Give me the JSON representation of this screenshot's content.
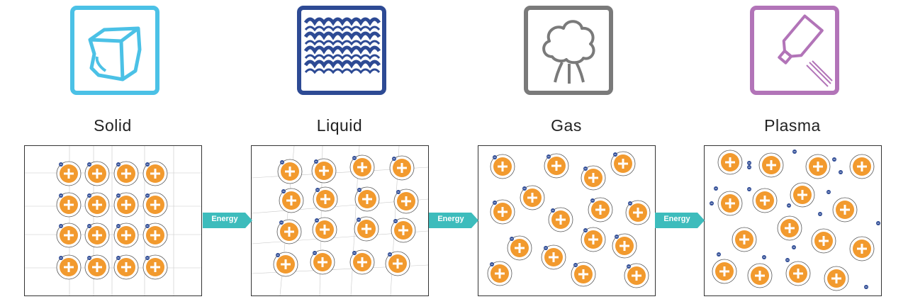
{
  "states": [
    {
      "label": "Solid",
      "icon": "ice-cube-icon",
      "color": "#4bc1e6"
    },
    {
      "label": "Liquid",
      "icon": "waves-icon",
      "color": "#2d4a94"
    },
    {
      "label": "Gas",
      "icon": "steam-cloud-icon",
      "color": "#7a7a7a"
    },
    {
      "label": "Plasma",
      "icon": "plasma-lamp-icon",
      "color": "#b274b8"
    }
  ],
  "arrows": [
    {
      "label": "Energy",
      "color": "#3dbcbc"
    },
    {
      "label": "Energy",
      "color": "#3dbcbc"
    },
    {
      "label": "Energy",
      "color": "#3dbcbc"
    }
  ],
  "colors": {
    "nucleus": "#f29a2e",
    "electron": "#2d4a94",
    "grid": "#c8c8c8"
  }
}
